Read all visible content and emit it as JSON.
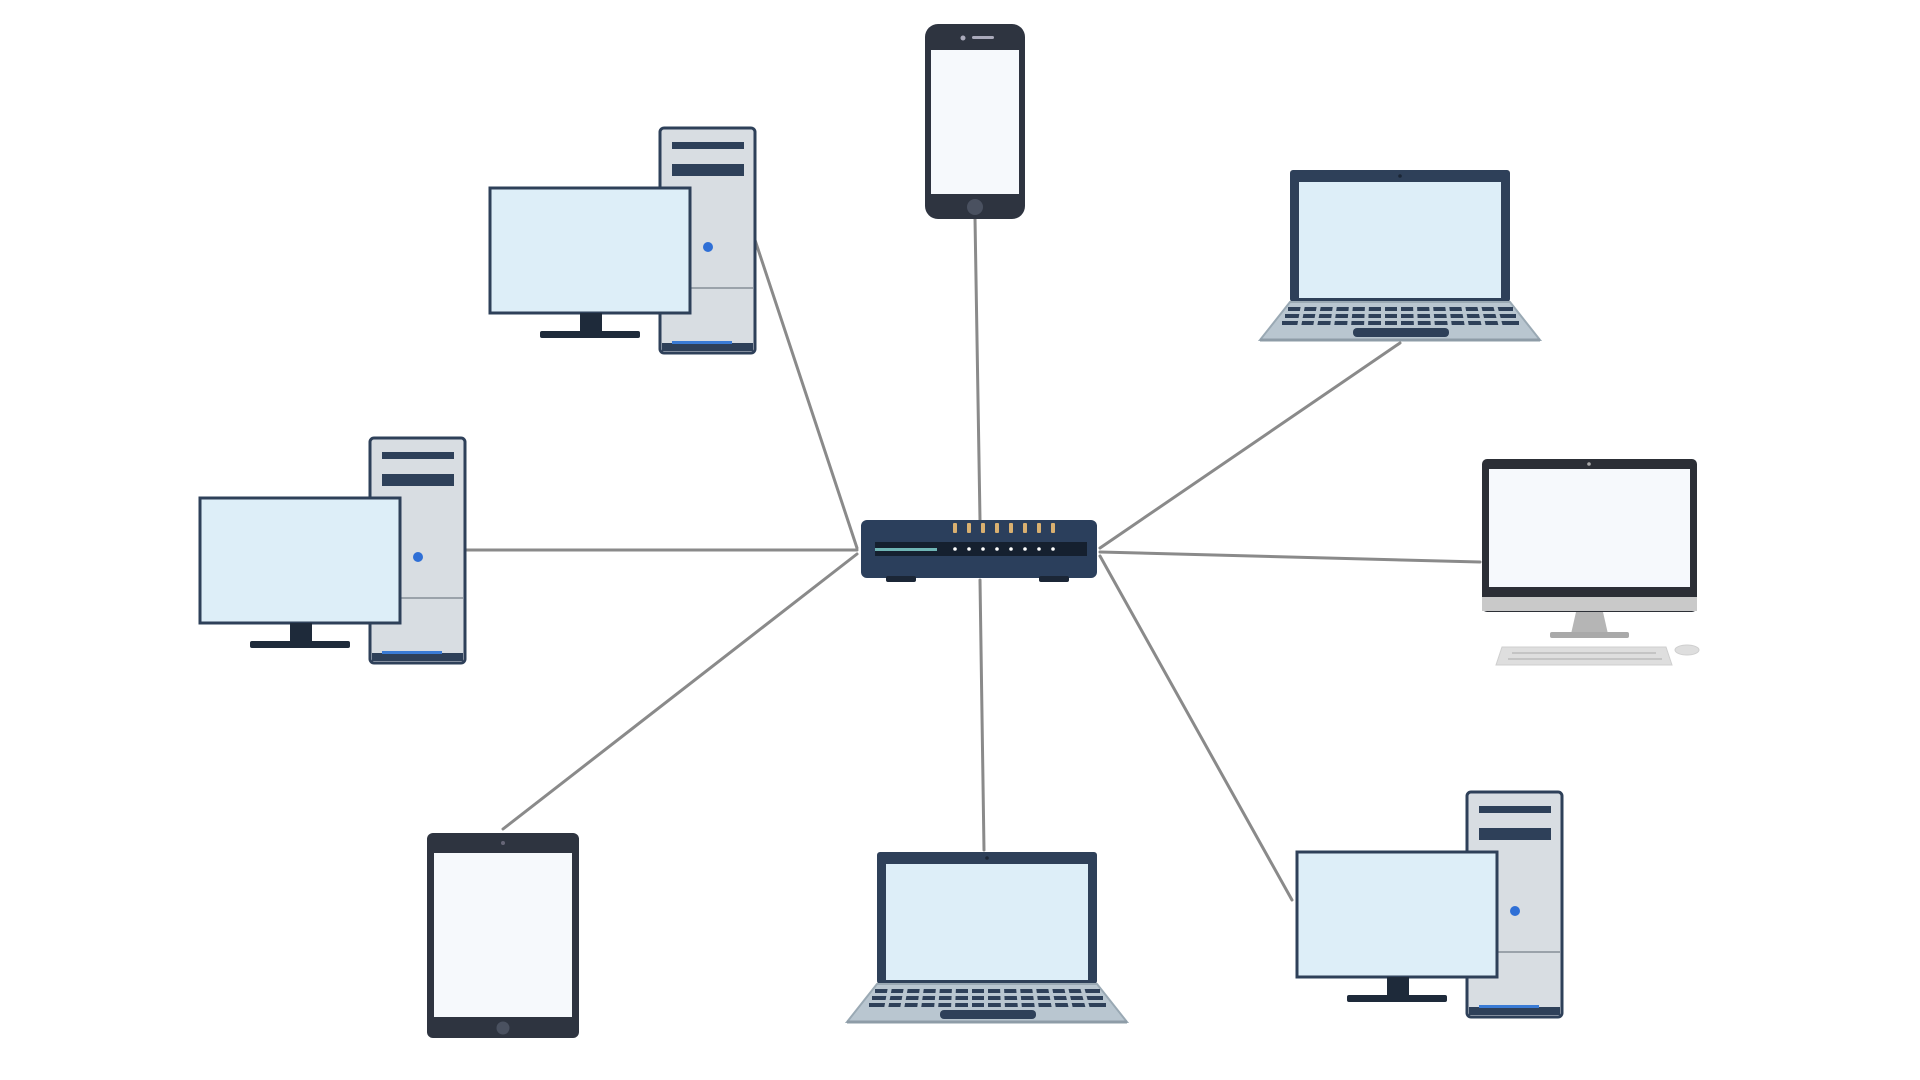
{
  "diagram": {
    "topology": "star",
    "hub": {
      "device": "network-switch",
      "port_count": 8
    },
    "nodes": [
      {
        "id": "desktop-top-left",
        "device": "desktop-tower-computer"
      },
      {
        "id": "smartphone-top",
        "device": "smartphone"
      },
      {
        "id": "laptop-top-right",
        "device": "laptop"
      },
      {
        "id": "desktop-left",
        "device": "desktop-tower-computer"
      },
      {
        "id": "all-in-one-right",
        "device": "all-in-one-computer"
      },
      {
        "id": "tablet-bottom-left",
        "device": "tablet"
      },
      {
        "id": "laptop-bottom",
        "device": "laptop"
      },
      {
        "id": "desktop-bottom-right",
        "device": "desktop-tower-computer"
      }
    ],
    "colors": {
      "link": "#8a8a8a",
      "screen": "#ddeef8",
      "device_dark": "#2e4059",
      "device_light": "#d8dde2",
      "switch_body": "#2b3f5c",
      "switch_port_led": "#d9b070"
    }
  }
}
